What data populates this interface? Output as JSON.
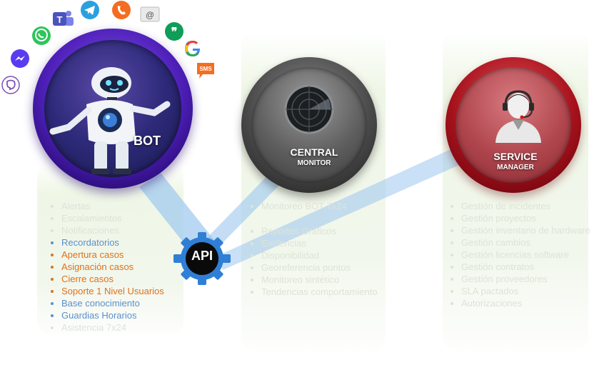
{
  "bot": {
    "label": "BOT",
    "items": [
      {
        "text": "Alertas",
        "tone": "faint"
      },
      {
        "text": "Escalamientos",
        "tone": "faint"
      },
      {
        "text": "Notificaciones",
        "tone": "faint"
      },
      {
        "text": "Recordatorios",
        "tone": "blue"
      },
      {
        "text": "Apertura casos",
        "tone": "orange"
      },
      {
        "text": "Asignación casos",
        "tone": "orange"
      },
      {
        "text": "Cierre casos",
        "tone": "orange"
      },
      {
        "text": "Soporte 1 Nivel Usuarios",
        "tone": "orange"
      },
      {
        "text": "Base conocimiento",
        "tone": "blue"
      },
      {
        "text": "Guardias Horarios",
        "tone": "blue"
      },
      {
        "text": "Asistencia 7x24",
        "tone": "faint"
      }
    ]
  },
  "central": {
    "label": "CENTRAL",
    "sublabel": "MONITOR",
    "items_top": [
      {
        "text": "Monitoreo BOT 7x24",
        "tone": "faint"
      }
    ],
    "items": [
      {
        "text": "Reportes Gráficos",
        "tone": "faint"
      },
      {
        "text": "Evidencias",
        "tone": "faint"
      },
      {
        "text": "Disponibilidad",
        "tone": "faint"
      },
      {
        "text": "Georeferencia puntos",
        "tone": "faint"
      },
      {
        "text": "Monitoreo sintético",
        "tone": "faint"
      },
      {
        "text": "Tendencias comportamiento",
        "tone": "faint"
      }
    ]
  },
  "service": {
    "label": "SERVICE",
    "sublabel": "MANAGER",
    "items": [
      {
        "text": "Gestión de incidentes",
        "tone": "faint"
      },
      {
        "text": "Gestión proyectos",
        "tone": "faint"
      },
      {
        "text": "Gestión inventario de hardware",
        "tone": "faint"
      },
      {
        "text": "Gestión cambios",
        "tone": "faint"
      },
      {
        "text": "Gestión licencias software",
        "tone": "faint"
      },
      {
        "text": "Gestión contratos",
        "tone": "faint"
      },
      {
        "text": "Gestión proveedores",
        "tone": "faint"
      },
      {
        "text": "SLA pactados",
        "tone": "faint"
      },
      {
        "text": "Autorizaciones",
        "tone": "faint"
      }
    ]
  },
  "api": {
    "label": "API"
  },
  "channels": {
    "sms_label": "SMS",
    "icons": [
      "viber-icon",
      "messenger-icon",
      "whatsapp-icon",
      "teams-icon",
      "telegram-icon",
      "phone-icon",
      "email-icon",
      "hangouts-icon",
      "google-icon",
      "sms-icon"
    ]
  },
  "colors": {
    "bot_ring": "#4d1fb8",
    "central_ring": "#4a4a4a",
    "service_ring": "#a5121c",
    "api_gear": "#2f7fd6",
    "text_blue": "#5d8fc9",
    "text_orange": "#e0711a",
    "beam": "#9cc7ee"
  }
}
